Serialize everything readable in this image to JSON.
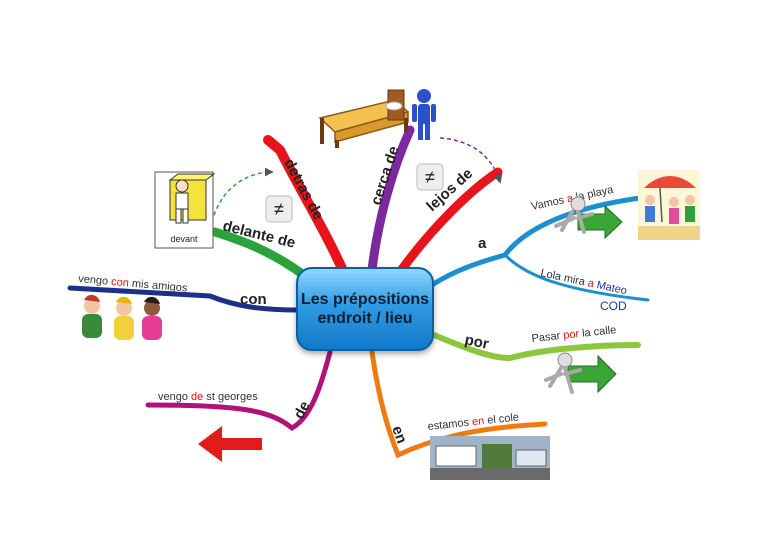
{
  "title": {
    "line1": "Les prépositions",
    "line2": "endroit / lieu"
  },
  "branches": {
    "detras_de": "detras de",
    "cerca_de": "cerca de",
    "lejos_de": "lejos de",
    "delante_de": "delante de",
    "con": "con",
    "de": "de",
    "en": "en",
    "a": "a",
    "por": "por"
  },
  "icons": {
    "not_equal_1": "≠",
    "not_equal_2": "≠"
  },
  "picture_labels": {
    "devant": "devant"
  },
  "sentences": {
    "vamos": {
      "pre": "Vamos ",
      "hl": "a",
      "post": " la playa"
    },
    "lola": {
      "pre": "Lola mira ",
      "hl": "a",
      "post": " Mateo"
    },
    "cod": "COD",
    "pasar": {
      "pre": "Pasar ",
      "hl": "por",
      "post": " la calle"
    },
    "estamos": {
      "pre": "estamos ",
      "hl": "en",
      "post": " el cole"
    },
    "vengo_con": {
      "pre": "vengo ",
      "hl": "con",
      "post": " mis amigos"
    },
    "vengo_de": {
      "pre": "vengo ",
      "hl": "de",
      "post": " st georges"
    }
  },
  "colors": {
    "red": "#e8141b",
    "purple": "#7b2a9e",
    "green": "#2aa33a",
    "navy": "#1c2f8a",
    "magenta": "#b0127a",
    "orange": "#f07a10",
    "teal": "#1b8fcf",
    "lime": "#8cc63f",
    "highlight": "#dd1111",
    "cod_blue": "#2233aa"
  }
}
